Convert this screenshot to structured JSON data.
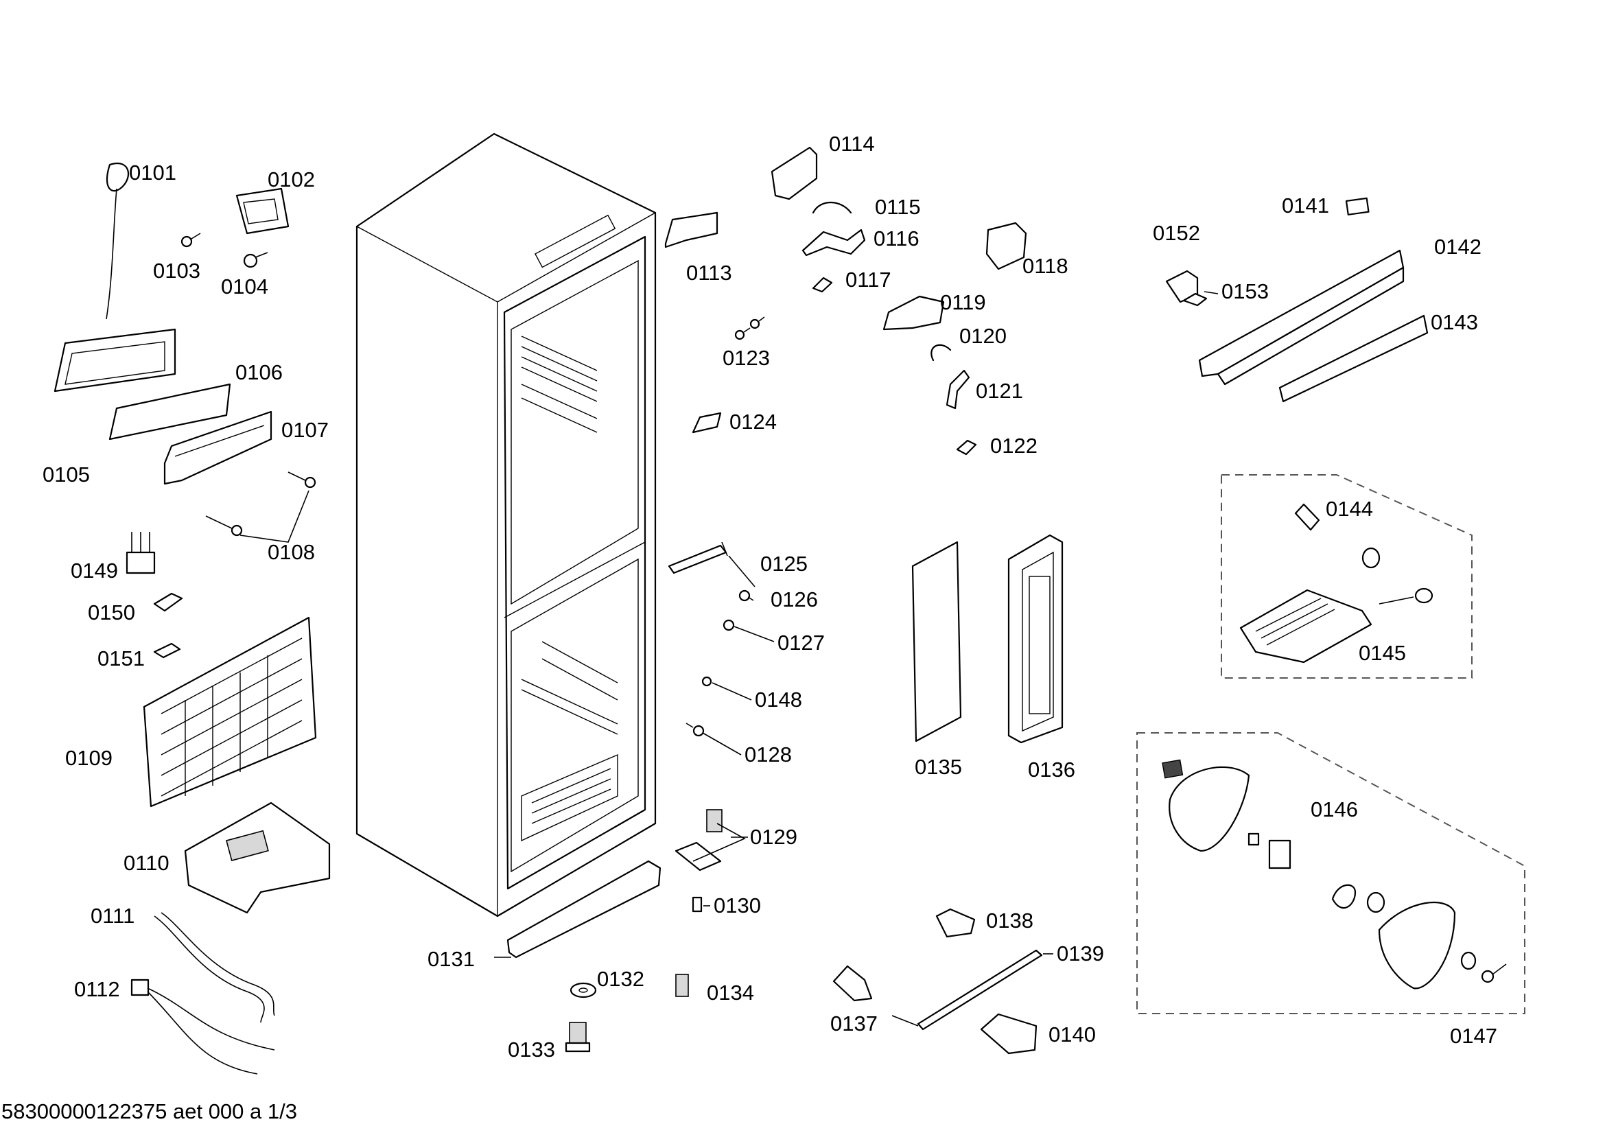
{
  "labels": {
    "p0101": "0101",
    "p0102": "0102",
    "p0103": "0103",
    "p0104": "0104",
    "p0105": "0105",
    "p0106": "0106",
    "p0107": "0107",
    "p0108": "0108",
    "p0109": "0109",
    "p0110": "0110",
    "p0111": "0111",
    "p0112": "0112",
    "p0113": "0113",
    "p0114": "0114",
    "p0115": "0115",
    "p0116": "0116",
    "p0117": "0117",
    "p0118": "0118",
    "p0119": "0119",
    "p0120": "0120",
    "p0121": "0121",
    "p0122": "0122",
    "p0123": "0123",
    "p0124": "0124",
    "p0125": "0125",
    "p0126": "0126",
    "p0127": "0127",
    "p0128": "0128",
    "p0129": "0129",
    "p0130": "0130",
    "p0131": "0131",
    "p0132": "0132",
    "p0133": "0133",
    "p0134": "0134",
    "p0135": "0135",
    "p0136": "0136",
    "p0137": "0137",
    "p0138": "0138",
    "p0139": "0139",
    "p0140": "0140",
    "p0141": "0141",
    "p0142": "0142",
    "p0143": "0143",
    "p0144": "0144",
    "p0145": "0145",
    "p0146": "0146",
    "p0147": "0147",
    "p0148": "0148",
    "p0149": "0149",
    "p0150": "0150",
    "p0151": "0151",
    "p0152": "0152",
    "p0153": "0153"
  },
  "footer": "58300000122375 aet 000 a 1/3"
}
